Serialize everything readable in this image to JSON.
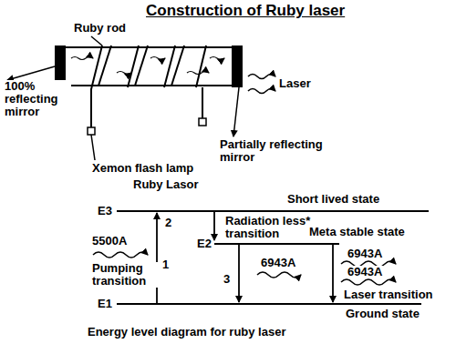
{
  "diagram": {
    "title": "Construction of Ruby laser",
    "caption": "Energy level diagram for ruby laser",
    "labels": [
      "Ruby rod",
      "100% reflecting mirror",
      "Laser",
      "Xemon flash lamp",
      "Partially reflecting mirror",
      "Ruby Lasor",
      "Short lived state",
      "E3",
      "2",
      "Radiation less* transition",
      "E2",
      "Meta stable state",
      "5500A",
      "Pumping transition",
      "1",
      "3",
      "6943A",
      "6943A",
      "6943A",
      "Laser transition",
      "E1",
      "Ground state"
    ]
  }
}
